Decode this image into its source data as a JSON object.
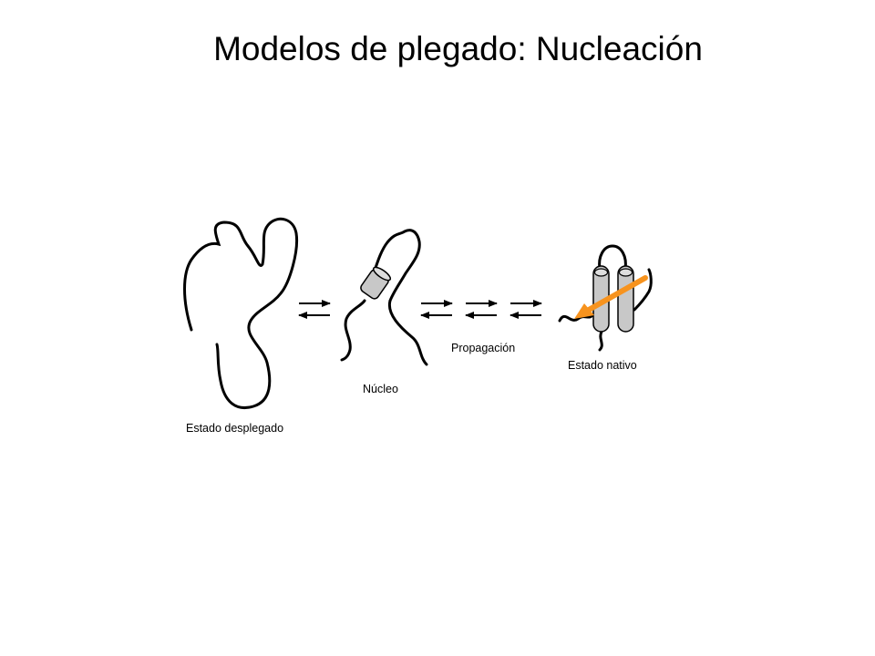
{
  "slide": {
    "title": "Modelos de plegado: Nucleación"
  },
  "diagram": {
    "labels": {
      "unfolded": "Estado desplegado",
      "nucleus": "Núcleo",
      "propagation": "Propagación",
      "native": "Estado nativo"
    },
    "colors": {
      "line": "#000000",
      "helix_fill": "#c8c8c8",
      "highlight_arrow": "#f7931e"
    }
  }
}
